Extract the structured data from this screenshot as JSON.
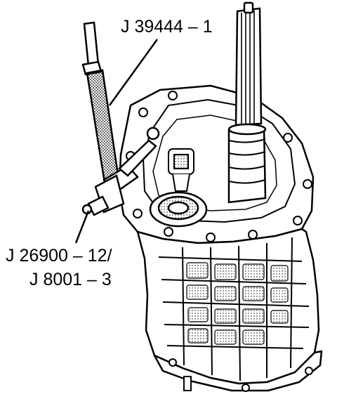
{
  "labels": {
    "tool_top": "J 39444 – 1",
    "tool_bottom_line1": "J 26900 – 12/",
    "tool_bottom_line2": "J 8001 – 3"
  },
  "colors": {
    "ink": "#000000",
    "paper": "#ffffff",
    "shade": "#cfcfcf"
  }
}
